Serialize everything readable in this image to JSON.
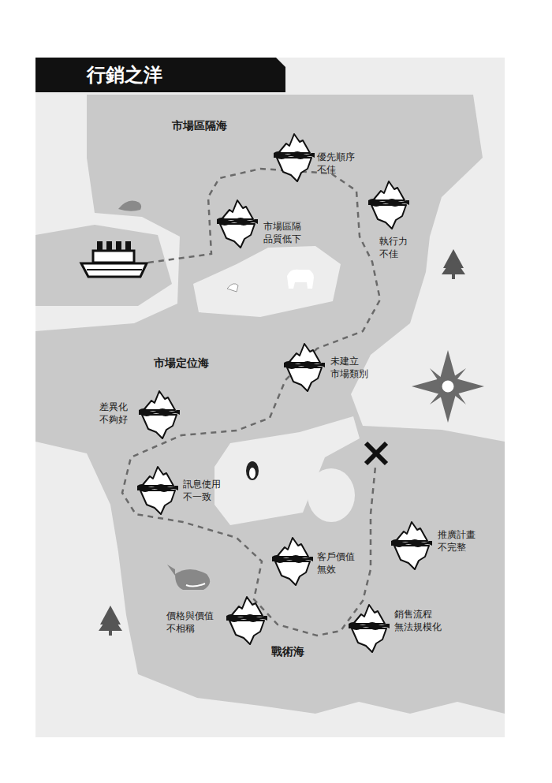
{
  "diagram": {
    "title": "行銷之洋",
    "nodes": [
      {
        "text": [
          "優先順序 不佳"
        ]
      },
      {
        "text": [
          "市場區隔 品質低下"
        ]
      },
      {
        "text": [
          "執行力 不佳"
        ]
      },
      {
        "text": [
          "未建立 市場類別"
        ]
      },
      {
        "text": [
          "差異化 不夠好"
        ]
      },
      {
        "text": [
          "訊息使用 不一致"
        ]
      },
      {
        "text": [
          "推廣計畫 不完整"
        ]
      },
      {
        "text": [
          "客戶價值 無效"
        ]
      },
      {
        "text": [
          "價格與價值 不相稱"
        ]
      },
      {
        "text": [
          "銷售流程 無法規模化"
        ]
      }
    ],
    "labels": [
      "市場區隔海",
      "市場定位海",
      "戰術海"
    ]
  }
}
